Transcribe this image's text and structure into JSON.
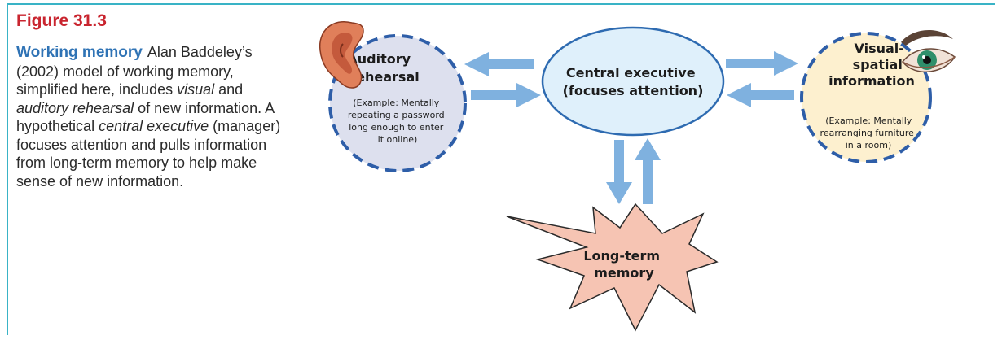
{
  "figure": {
    "number": "Figure 31.3",
    "title": "Working memory",
    "caption_parts": [
      {
        "text": "Alan Baddeley’s (2002) model of working memory, simplified here, includes ",
        "italic": false
      },
      {
        "text": "visual",
        "italic": true
      },
      {
        "text": " and ",
        "italic": false
      },
      {
        "text": "auditory rehearsal",
        "italic": true
      },
      {
        "text": " of new information. A hypothetical ",
        "italic": false
      },
      {
        "text": "central executive",
        "italic": true
      },
      {
        "text": " (manager) focuses attention and pulls information from long-term memory to help make sense of new information.",
        "italic": false
      }
    ]
  },
  "nodes": {
    "central": {
      "title_lines": [
        "Central executive",
        "(focuses attention)"
      ]
    },
    "auditory": {
      "title_lines": [
        "Auditory",
        "rehearsal"
      ],
      "example_lines": [
        "(Example: Mentally",
        "repeating a password",
        "long enough to enter",
        "it online)"
      ]
    },
    "visual": {
      "title_lines": [
        "Visual-",
        "spatial",
        "information"
      ],
      "example_lines": [
        "(Example: Mentally",
        "rearranging furniture",
        "in a room)"
      ]
    },
    "longterm": {
      "title_lines": [
        "Long-term",
        "memory"
      ]
    }
  },
  "icons": {
    "auditory": "ear-icon",
    "visual": "eye-icon"
  },
  "colors": {
    "figure_number": "#c9252f",
    "caption_title": "#2f73b5",
    "central_fill": "#dff0fb",
    "central_stroke": "#2e6bb1",
    "auditory_fill": "#dde0ee",
    "visual_fill": "#fdf0cf",
    "dashed_stroke": "#2e5ea8",
    "longterm_fill": "#f6c4b3",
    "arrow": "#7fb1df",
    "frame": "#39b3c6"
  }
}
